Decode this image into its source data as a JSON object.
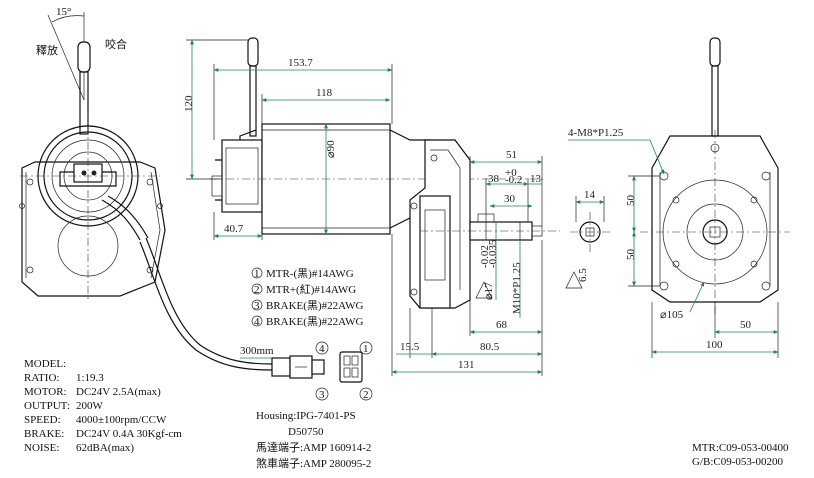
{
  "drawing": {
    "release_label": "釋放",
    "bite_label": "咬合",
    "angle_label": "15°",
    "dims": {
      "d153_7": "153.7",
      "d118": "118",
      "d120": "120",
      "d40_7": "40.7",
      "d_phi90": "⌀90",
      "d51": "51",
      "d38": "38",
      "d38_tol_up": "+0",
      "d38_tol_dn": "-0.2",
      "d13": "13",
      "d30": "30",
      "d14": "14",
      "d_phi17": "⌀17",
      "d_phi17_tol_up": "-0.02",
      "d_phi17_tol_dn": "-0.035",
      "d_m10": "M10*P1.25",
      "d6_5": "6.5",
      "d68": "68",
      "d15_5": "15.5",
      "d80_5": "80.5",
      "d131": "131",
      "d_4m8": "4-M8*P1.25",
      "d50a": "50",
      "d50b": "50",
      "d50c": "50",
      "d_phi105": "⌀105",
      "d100": "100",
      "d300mm": "300mm"
    },
    "wires": [
      {
        "num": "1",
        "text": "MTR-(黑)#14AWG"
      },
      {
        "num": "2",
        "text": "MTR+(紅)#14AWG"
      },
      {
        "num": "3",
        "text": "BRAKE(黑)#22AWG"
      },
      {
        "num": "4",
        "text": "BRAKE(黑)#22AWG"
      }
    ],
    "connector_pins": [
      "4",
      "1",
      "3",
      "2"
    ],
    "housing_lines": [
      "Housing:IPG-7401-PS",
      "D50750",
      "馬達端子:AMP 160914-2",
      "煞車端子:AMP 280095-2"
    ],
    "specs": [
      {
        "label": "MODEL:",
        "value": ""
      },
      {
        "label": "RATIO:",
        "value": "1:19.3"
      },
      {
        "label": "MOTOR:",
        "value": "DC24V  2.5A(max)"
      },
      {
        "label": "OUTPUT:",
        "value": "200W"
      },
      {
        "label": "SPEED:",
        "value": "4000±100rpm/CCW"
      },
      {
        "label": "BRAKE:",
        "value": "DC24V 0.4A 30Kgf-cm"
      },
      {
        "label": "NOISE:",
        "value": "62dBA(max)"
      }
    ],
    "part_numbers": [
      "MTR:C09-053-00400",
      "G/B:C09-053-00200"
    ],
    "colors": {
      "dimension_lines": "#1a8a4a",
      "line": "#111111"
    }
  }
}
